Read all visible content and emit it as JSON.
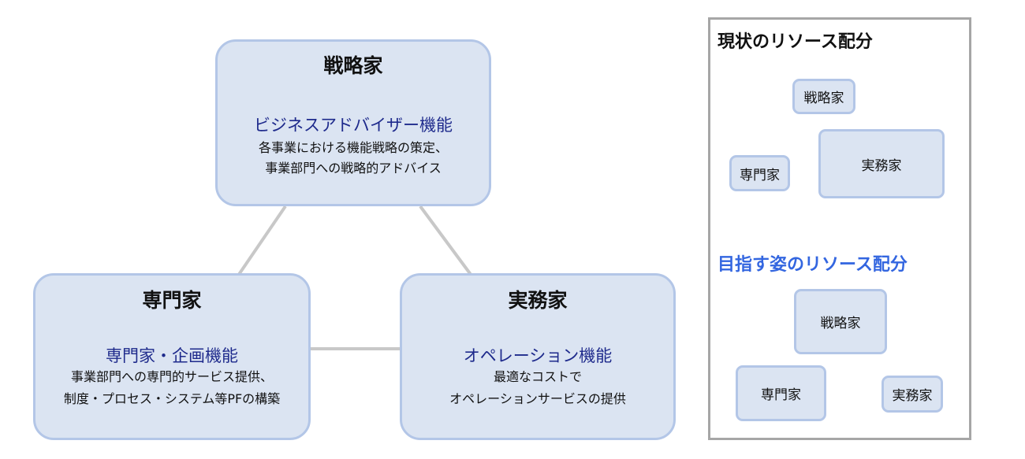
{
  "main_diagram": {
    "strategist": {
      "title": "戦略家",
      "function": "ビジネスアドバイザー機能",
      "desc_line1": "各事業における機能戦略の策定、",
      "desc_line2": "事業部門への戦略的アドバイス"
    },
    "specialist": {
      "title": "専門家",
      "function": "専門家・企画機能",
      "desc_line1": "事業部門への専門的サービス提供、",
      "desc_line2": "制度・プロセス・システム等PFの構築"
    },
    "practitioner": {
      "title": "実務家",
      "function": "オペレーション機能",
      "desc_line1": "最適なコストで",
      "desc_line2": "オペレーションサービスの提供"
    }
  },
  "side_panel": {
    "current": {
      "title": "現状のリソース配分",
      "strategist": "戦略家",
      "specialist": "専門家",
      "practitioner": "実務家"
    },
    "target": {
      "title": "目指す姿のリソース配分",
      "strategist": "戦略家",
      "specialist": "専門家",
      "practitioner": "実務家"
    }
  },
  "colors": {
    "node_fill": "#dbe4f2",
    "node_border": "#b3c6e7",
    "function_text": "#1e2a8c",
    "target_title": "#3366e0",
    "connector": "#c8c8c8"
  }
}
